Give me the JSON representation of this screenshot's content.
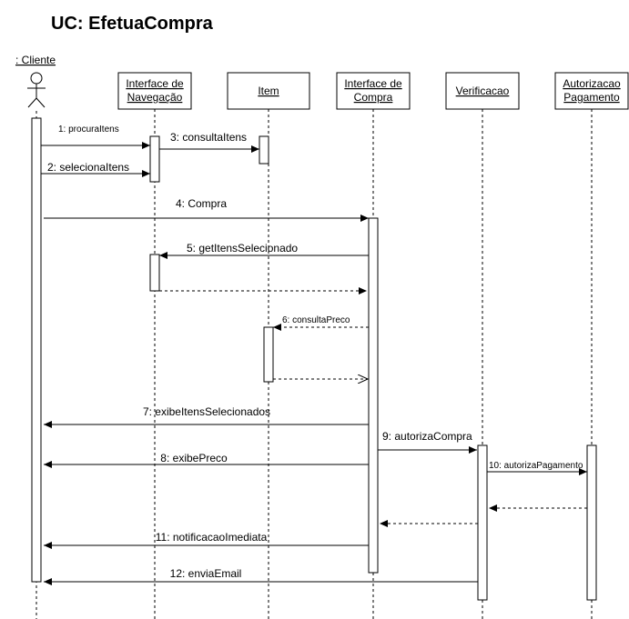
{
  "diagram": {
    "title": "UC: EfetuaCompra",
    "actor": {
      "label": ": Cliente"
    },
    "participants": [
      {
        "id": "nav",
        "line1": "Interface de",
        "line2": "Navegação"
      },
      {
        "id": "item",
        "line1": "Item",
        "line2": ""
      },
      {
        "id": "compra",
        "line1": "Interface de",
        "line2": "Compra"
      },
      {
        "id": "verif",
        "line1": "Verificacao",
        "line2": ""
      },
      {
        "id": "autoriz",
        "line1": "Autorizacao",
        "line2": "Pagamento"
      }
    ],
    "messages": [
      {
        "label": "1: procuraItens",
        "from": "cliente",
        "to": "nav",
        "kind": "sync"
      },
      {
        "label": "3: consultaItens",
        "from": "nav",
        "to": "item",
        "kind": "sync"
      },
      {
        "label": "2: selecionaItens",
        "from": "cliente",
        "to": "nav",
        "kind": "sync"
      },
      {
        "label": "4: Compra",
        "from": "cliente",
        "to": "compra",
        "kind": "sync"
      },
      {
        "label": "5: getItensSelecionado",
        "from": "compra",
        "to": "nav",
        "kind": "sync"
      },
      {
        "label": "",
        "from": "nav",
        "to": "compra",
        "kind": "return"
      },
      {
        "label": "6: consultaPreco",
        "from": "compra",
        "to": "item",
        "kind": "dashed"
      },
      {
        "label": "",
        "from": "item",
        "to": "compra",
        "kind": "return-open"
      },
      {
        "label": "7:  exibeItensSelecionados",
        "from": "compra",
        "to": "cliente",
        "kind": "sync"
      },
      {
        "label": "9: autorizaCompra",
        "from": "compra",
        "to": "verif",
        "kind": "sync"
      },
      {
        "label": "8: exibePreco",
        "from": "compra",
        "to": "cliente",
        "kind": "sync"
      },
      {
        "label": "10: autorizaPagamento",
        "from": "verif",
        "to": "autoriz",
        "kind": "sync"
      },
      {
        "label": "",
        "from": "autoriz",
        "to": "verif",
        "kind": "return"
      },
      {
        "label": "",
        "from": "verif",
        "to": "compra",
        "kind": "return"
      },
      {
        "label": "11: notificacaoImediata",
        "from": "compra",
        "to": "cliente",
        "kind": "sync"
      },
      {
        "label": "12: enviaEmail",
        "from": "verif",
        "to": "cliente",
        "kind": "sync"
      }
    ]
  }
}
